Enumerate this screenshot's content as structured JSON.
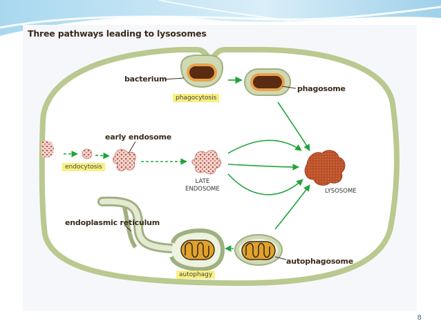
{
  "title": "Three pathways leading to lysosomes",
  "labels": {
    "bacterium": "bacterium",
    "phagosome": "phagosome",
    "early_endosome": "early endosome",
    "late_endosome_line1": "LATE",
    "late_endosome_line2": "ENDOSOME",
    "lysosome": "LYSOSOME",
    "endoplasmic_reticulum": "endoplasmic reticulum",
    "autophagosome": "autophagosome"
  },
  "pathway_tags": {
    "phagocytosis": "phagocytosis",
    "endocytosis": "endocytosis",
    "autophagy": "autophagy"
  },
  "page_number": "8",
  "colors": {
    "membrane": "#b9c98f",
    "arrow": "#22a33a",
    "highlight": "#f8f080",
    "lysosome": "#c0562e",
    "bacterium": "#5a2a12",
    "mitochondrion": "#e0a22a",
    "endosome_dots": "#c9786a"
  }
}
